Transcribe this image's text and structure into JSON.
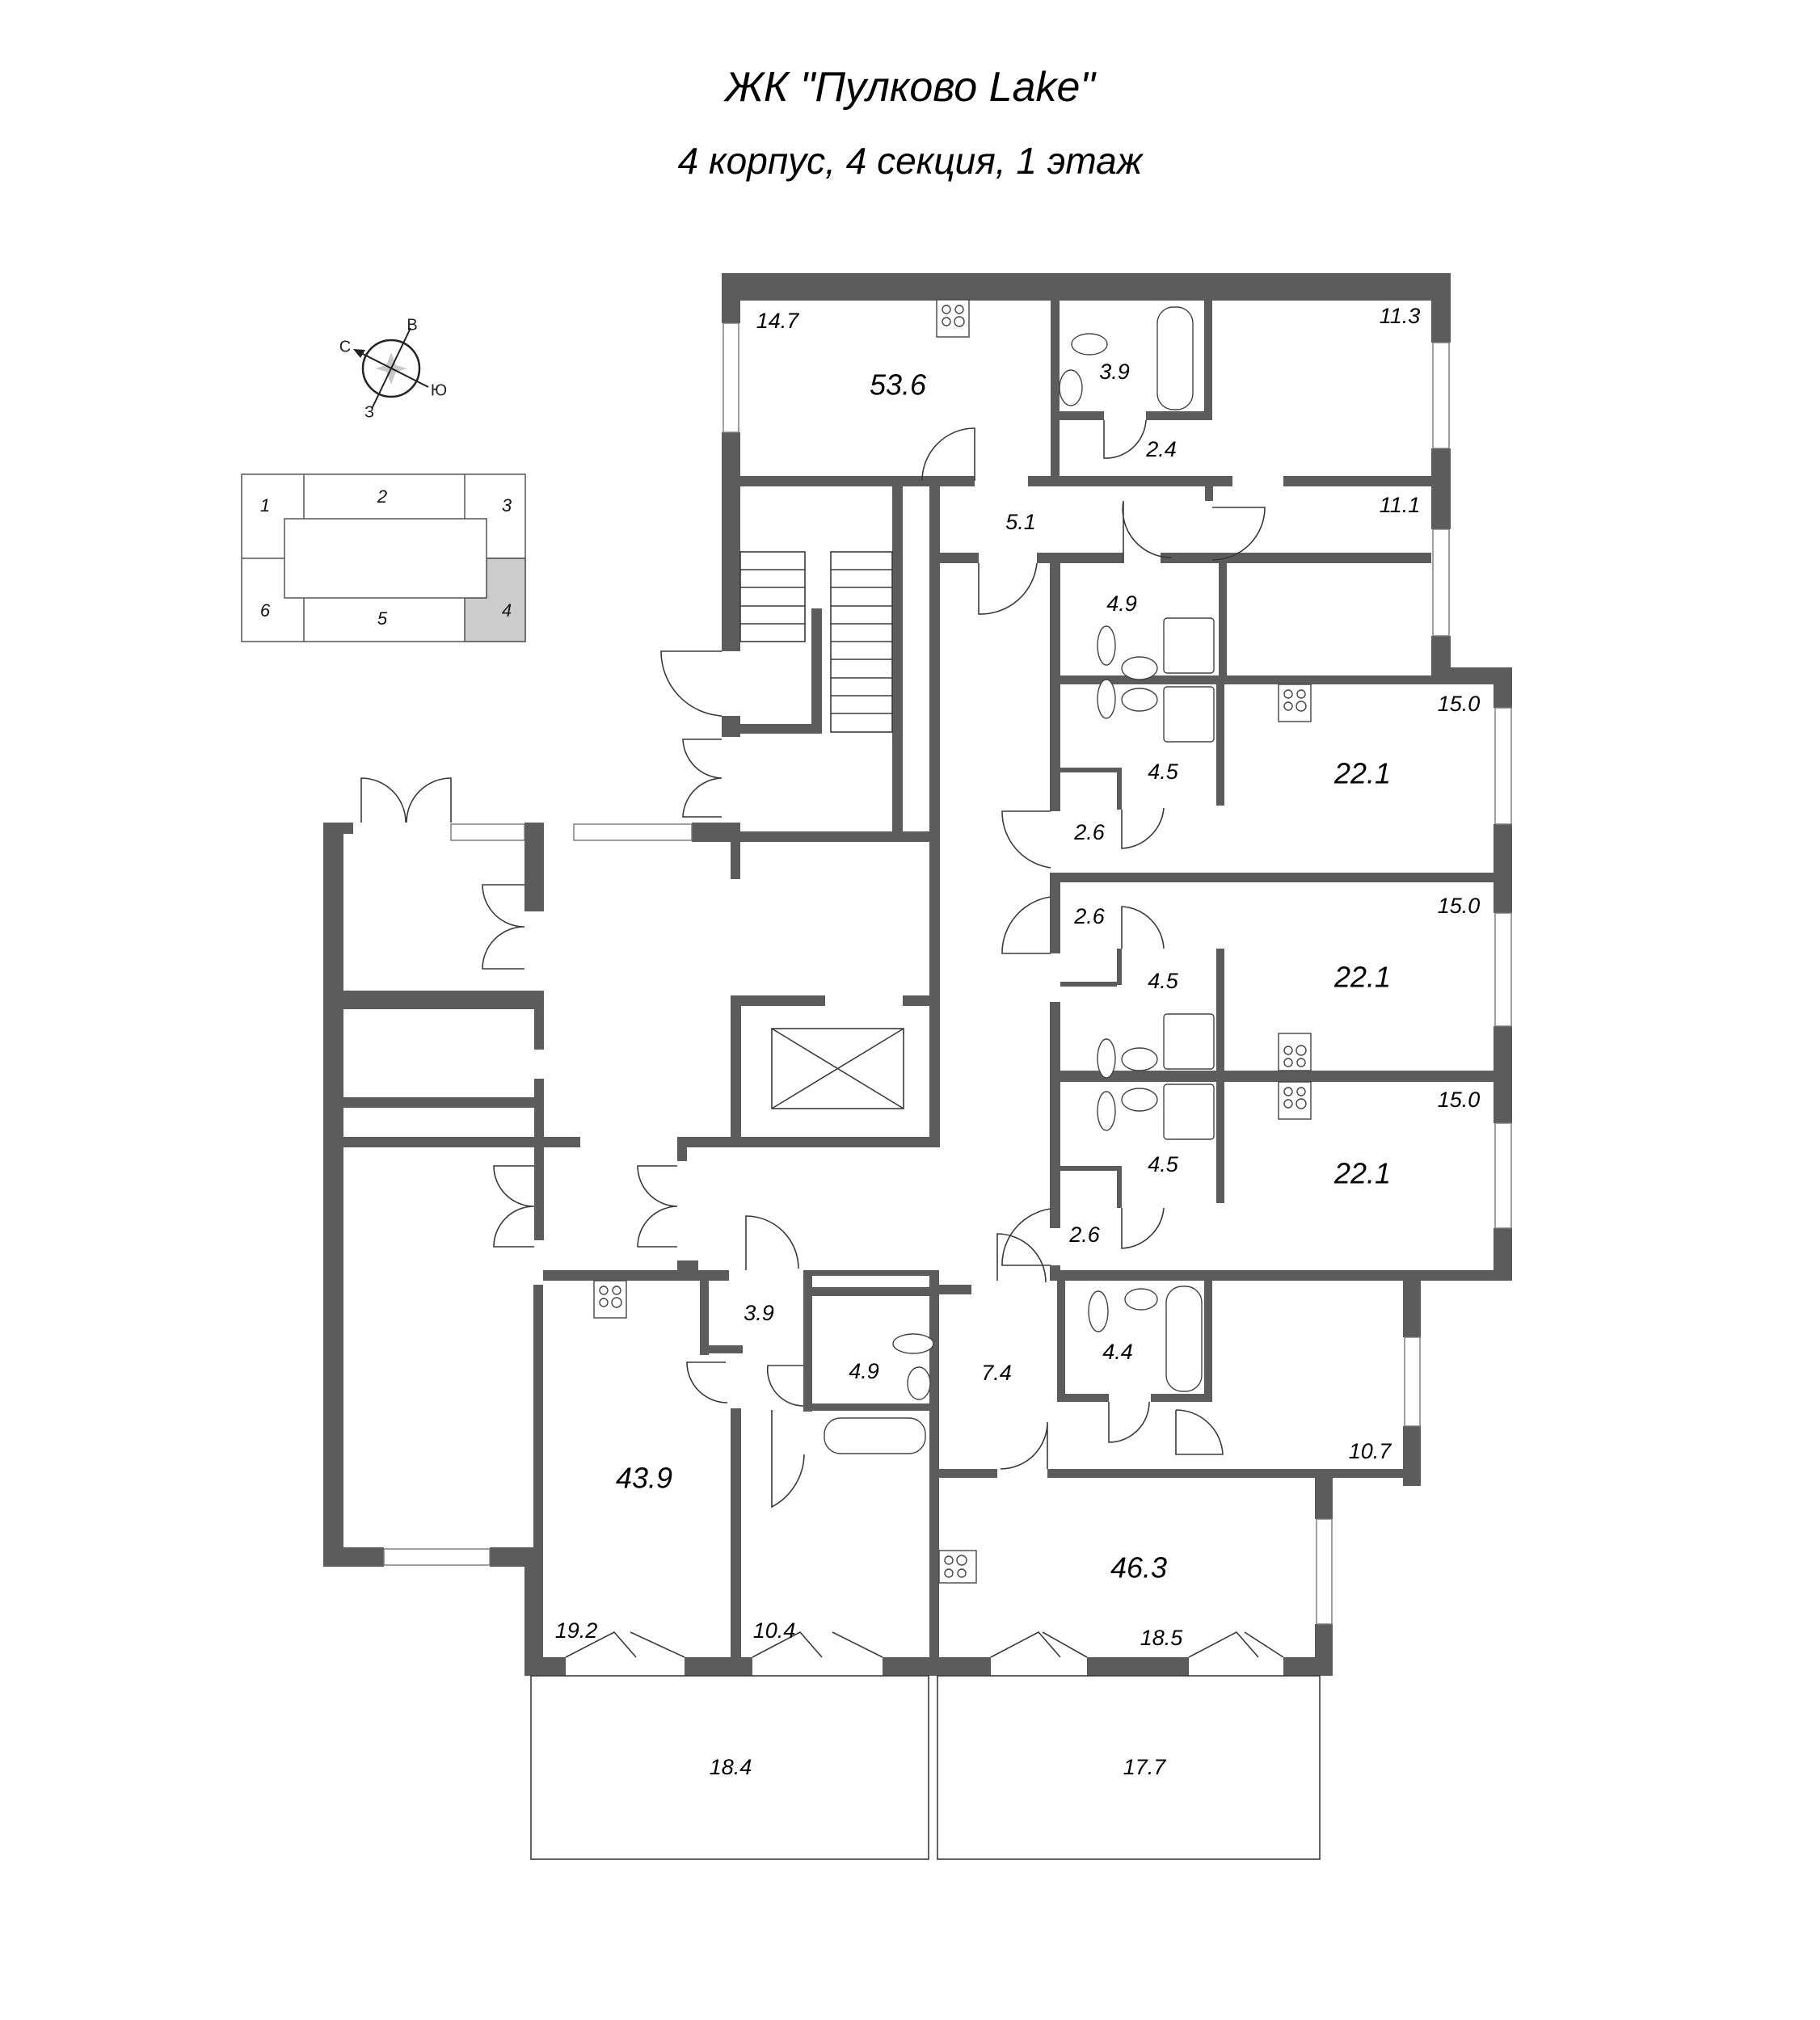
{
  "header": {
    "title": "ЖК \"Пулково Lake\"",
    "subtitle": "4 корпус, 4 секция, 1 этаж"
  },
  "compass": {
    "north": "С",
    "south": "Ю",
    "east": "В",
    "west": "З"
  },
  "key_plan": {
    "sections": [
      {
        "label": "1",
        "active": false
      },
      {
        "label": "2",
        "active": false
      },
      {
        "label": "3",
        "active": false
      },
      {
        "label": "4",
        "active": true
      },
      {
        "label": "5",
        "active": false
      },
      {
        "label": "6",
        "active": false
      }
    ],
    "active_color": "#cccccc"
  },
  "apartments": [
    {
      "name": "apartment-top-left",
      "total_area": "53.6",
      "rooms": {
        "kitchen": "14.7",
        "bathroom": "3.9",
        "hall_inner": "2.4",
        "hall": "5.1",
        "bedroom_1": "11.3",
        "bedroom_2": "11.1",
        "bathroom_2": "4.9"
      }
    },
    {
      "name": "studio-1",
      "total_area": "22.1",
      "rooms": {
        "living": "15.0",
        "bathroom": "4.5",
        "hall": "2.6"
      }
    },
    {
      "name": "studio-2",
      "total_area": "22.1",
      "rooms": {
        "living": "15.0",
        "bathroom": "4.5",
        "hall": "2.6"
      }
    },
    {
      "name": "studio-3",
      "total_area": "22.1",
      "rooms": {
        "living": "15.0",
        "bathroom": "4.5",
        "hall": "2.6"
      }
    },
    {
      "name": "apartment-bottom-right",
      "total_area": "46.3",
      "rooms": {
        "hall": "7.4",
        "bathroom": "4.4",
        "bedroom": "10.7",
        "living": "18.5",
        "terrace": "17.7"
      }
    },
    {
      "name": "apartment-bottom-left",
      "total_area": "43.9",
      "rooms": {
        "hall": "3.9",
        "bathroom": "4.9",
        "living": "19.2",
        "bedroom": "10.4",
        "terrace": "18.4"
      }
    }
  ],
  "colors": {
    "wall": "#5c5c5c",
    "background": "#ffffff"
  }
}
